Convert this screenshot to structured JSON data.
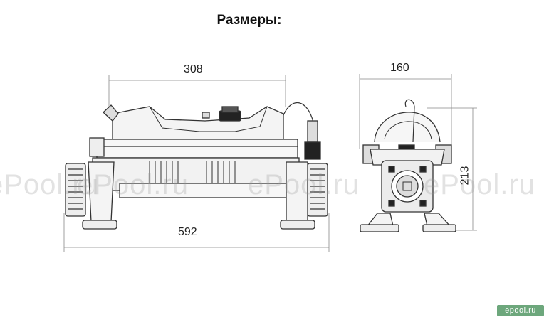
{
  "title": "Размеры:",
  "dimensions": {
    "side_top_width": "308",
    "side_total_length": "592",
    "front_width": "160",
    "front_height": "213"
  },
  "watermark": {
    "text": "ePool.ru",
    "badge": "epool.ru"
  },
  "colors": {
    "line": "#333333",
    "dimension_line": "#888888",
    "watermark": "#969696",
    "badge": "#6da77c"
  }
}
